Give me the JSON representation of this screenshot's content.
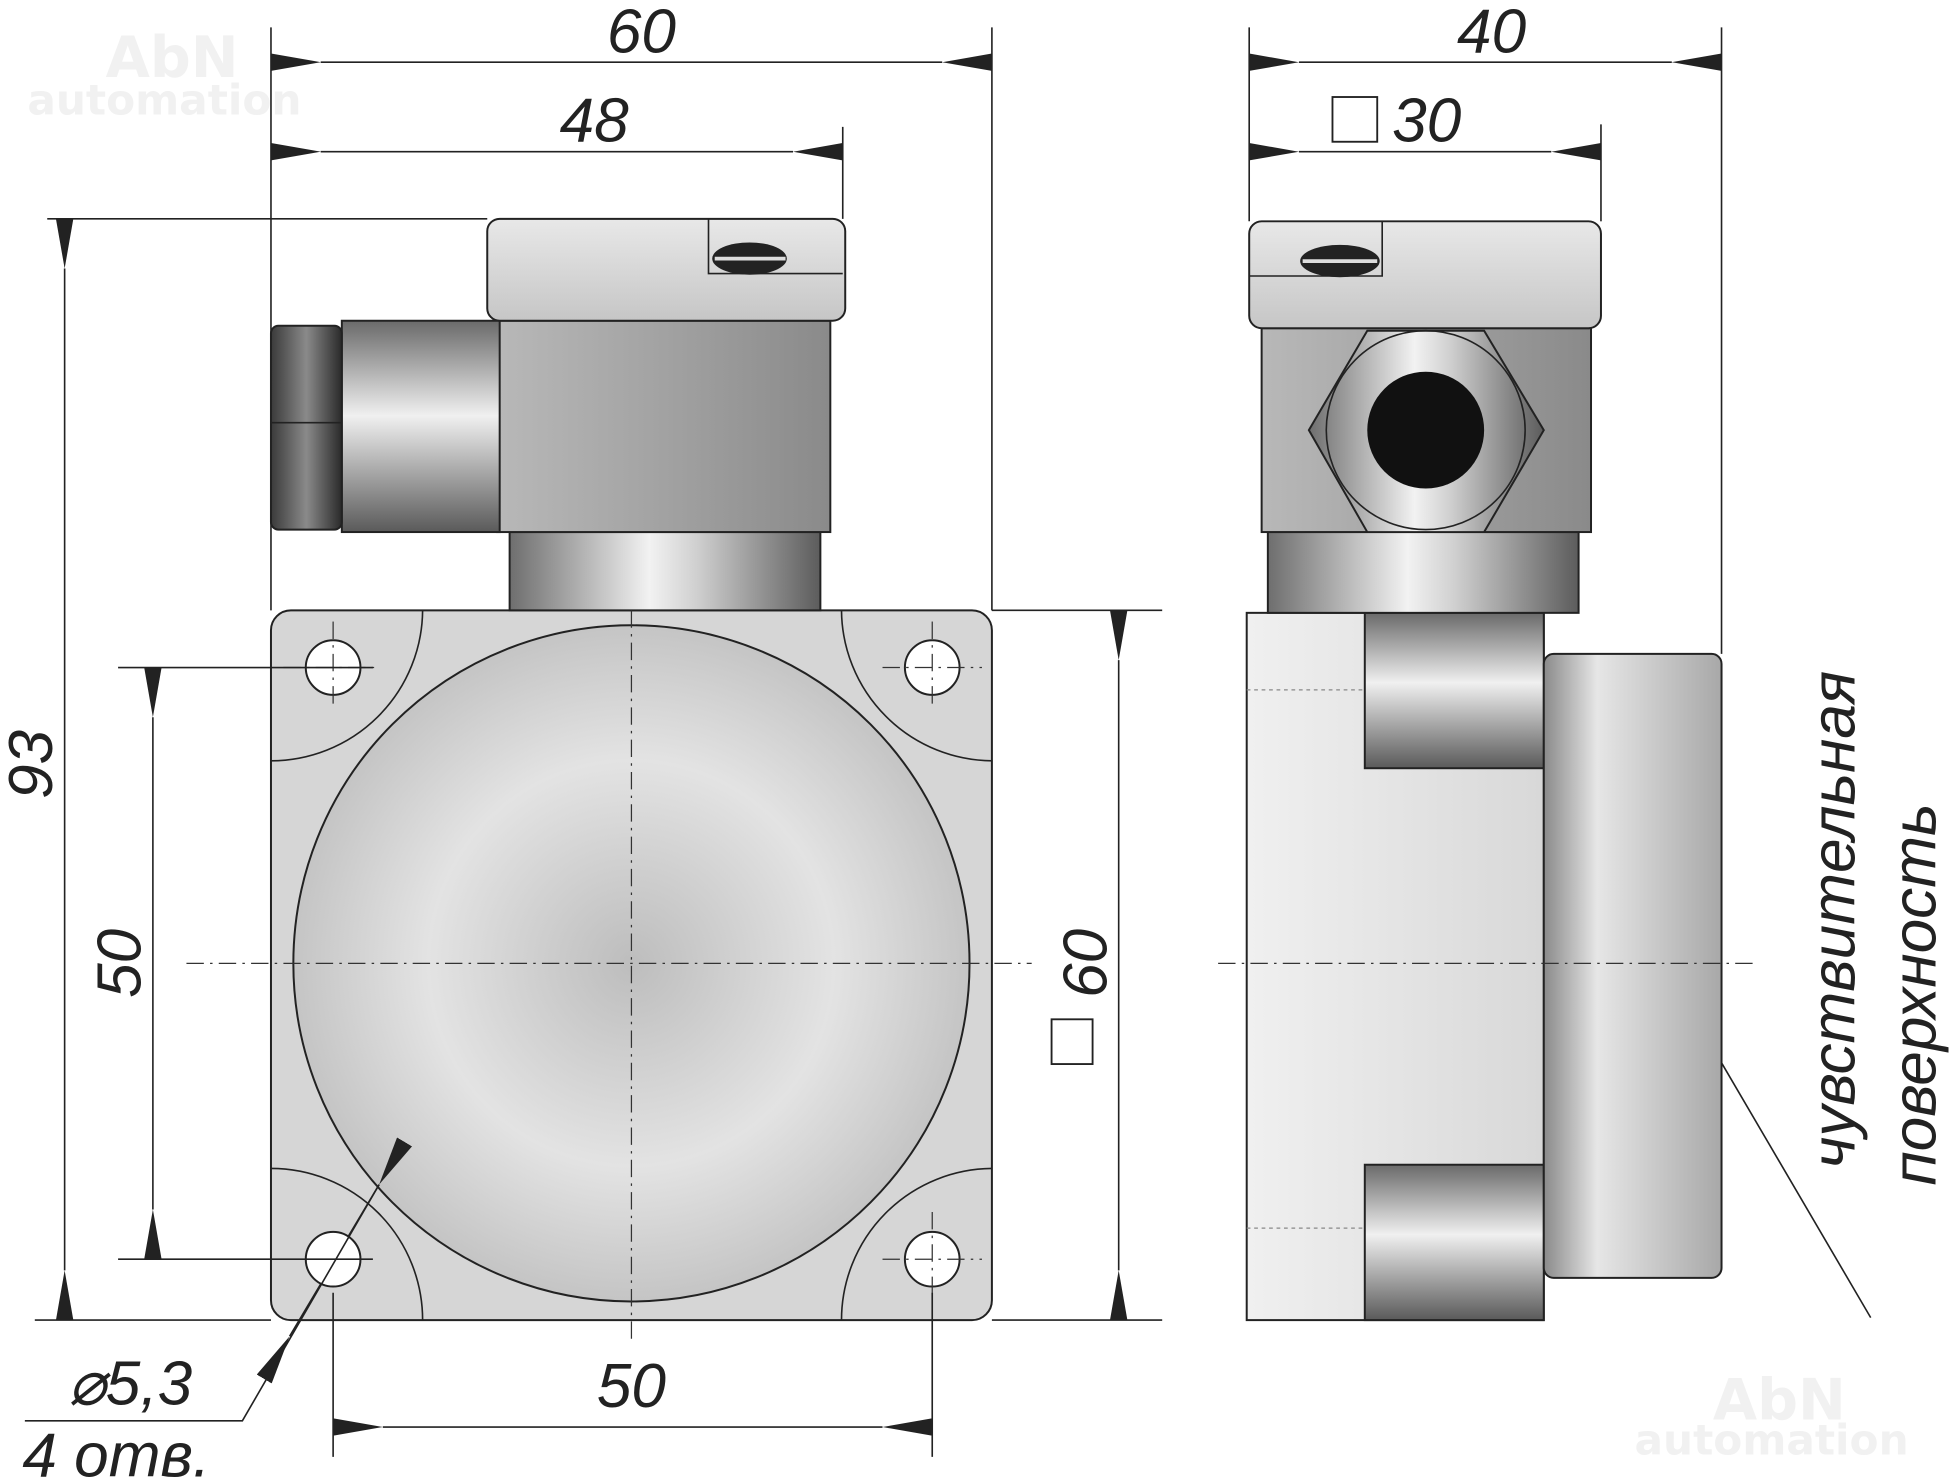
{
  "watermark": {
    "line1": "AbN",
    "line2": "automation"
  },
  "front_view": {
    "width_overall": "60",
    "width_housing": "48",
    "height_overall": "93",
    "hole_spacing_vertical": "50",
    "hole_spacing_horizontal": "50",
    "flange_square": "60",
    "hole_diameter": "⌀5,3",
    "hole_count": "4 отв."
  },
  "side_view": {
    "depth_overall": "40",
    "cap_square": "30",
    "sensing_surface_label_1": "чувствительная",
    "sensing_surface_label_2": "поверхность"
  },
  "colors": {
    "line": "#222222",
    "metal_light": "#e0e0e0",
    "metal_dark": "#8a8a8a"
  }
}
